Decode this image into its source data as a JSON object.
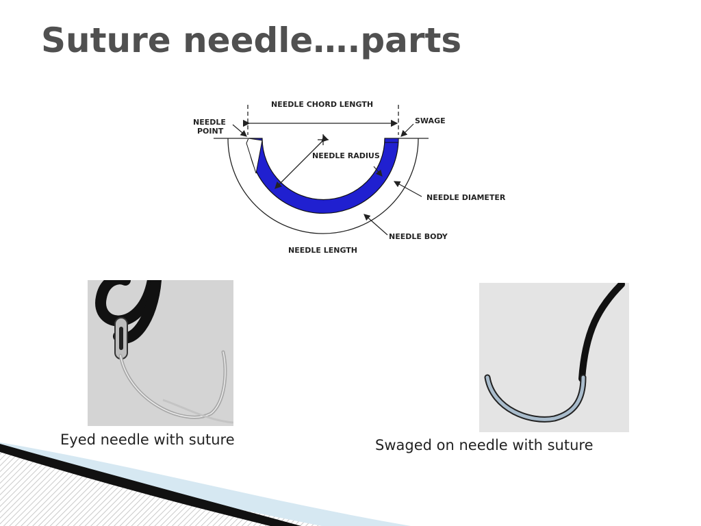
{
  "slide": {
    "title": "Suture needle….parts"
  },
  "diagram": {
    "labels": {
      "chord_length": "NEEDLE CHORD LENGTH",
      "needle_point_line1": "NEEDLE",
      "needle_point_line2": "POINT",
      "swage": "SWAGE",
      "radius": "NEEDLE RADIUS",
      "diameter": "NEEDLE DIAMETER",
      "body": "NEEDLE BODY",
      "length": "NEEDLE LENGTH"
    },
    "colors": {
      "needle_fill": "#2020d0",
      "line": "#222222"
    }
  },
  "photos": {
    "eyed": {
      "caption": "Eyed needle with suture"
    },
    "swaged": {
      "caption": "Swaged on needle with suture"
    }
  },
  "theme": {
    "title_color": "#505050",
    "accent_light_blue": "#d6e8f2",
    "accent_dark": "#111111"
  }
}
